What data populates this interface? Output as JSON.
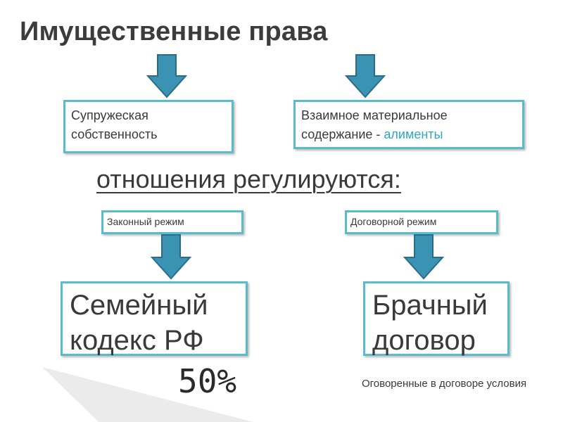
{
  "title": "Имущественные права",
  "boxes": {
    "spousal_property": "Супружеская собственность",
    "mutual_support_prefix": "Взаимное материальное содержание - ",
    "mutual_support_highlight": "алименты"
  },
  "subtitle": "отношения регулируются:",
  "regimes": {
    "legal": "Законный режим",
    "contractual": "Договорной режим"
  },
  "outcomes": {
    "family_code_line1": "Семейный",
    "family_code_line2": "кодекс РФ",
    "marriage_contract_line1": "Брачный",
    "marriage_contract_line2": "договор"
  },
  "percent": "50%",
  "note": "Оговоренные в договоре условия",
  "colors": {
    "border": "#58bccb",
    "arrow_fill": "#3a93b3",
    "arrow_stroke": "#2a6d87",
    "accent_text": "#2fa6c3"
  },
  "icons": {
    "arrow": "down-arrow-icon"
  }
}
